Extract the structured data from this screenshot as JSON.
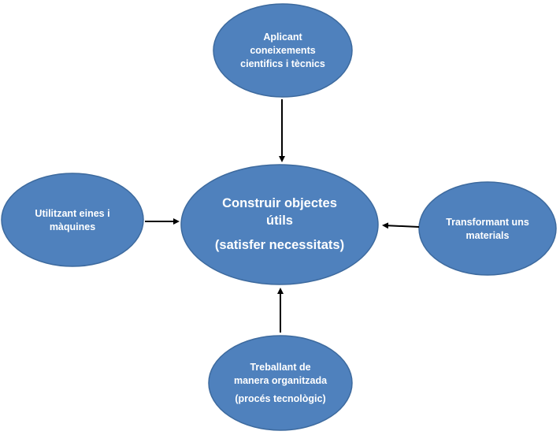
{
  "colors": {
    "node_fill": "#4f81bd",
    "node_stroke": "#3d6a9e",
    "text": "#ffffff",
    "arrow": "#000000"
  },
  "nodes": {
    "center": {
      "line1": "Construir objectes",
      "line2": "útils",
      "line3": "(satisfer necessitats)"
    },
    "top": {
      "line1": "Aplicant",
      "line2": "coneixements",
      "line3": "cientifics i tècnics"
    },
    "left": {
      "line1": "Utilitzant eines i",
      "line2": "màquines"
    },
    "right": {
      "line1": "Transformant uns",
      "line2": "materials"
    },
    "bottom": {
      "line1": "Treballant de",
      "line2": "manera organitzada",
      "line3": "(procés tecnològic)"
    }
  }
}
